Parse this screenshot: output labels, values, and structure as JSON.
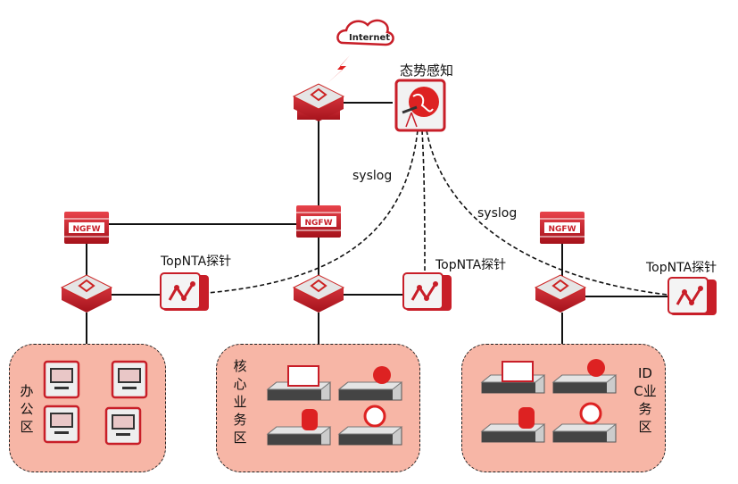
{
  "internet": {
    "label": "Internet",
    "icon": "cloud-icon"
  },
  "awareness": {
    "label": "态势感知",
    "icon": "globe-telescope-icon"
  },
  "firewalls": [
    {
      "label": "NGFW"
    },
    {
      "label": "NGFW"
    },
    {
      "label": "NGFW"
    }
  ],
  "probes": [
    {
      "label": "TopNTA探针"
    },
    {
      "label": "TopNTA探针"
    },
    {
      "label": "TopNTA探针"
    }
  ],
  "syslog_labels": [
    "syslog",
    "syslog"
  ],
  "zones": [
    {
      "label": "办公区",
      "devices": [
        "pc-icon",
        "pc-icon",
        "pc-icon",
        "pc-icon"
      ]
    },
    {
      "label": "核心业务区",
      "devices": [
        "mail-server-icon",
        "web-server-icon",
        "database-server-icon",
        "ie-server-icon"
      ]
    },
    {
      "label": "IDC业务区",
      "devices": [
        "mail-server-icon",
        "web-server-icon",
        "database-server-icon",
        "ie-server-icon"
      ]
    }
  ],
  "colors": {
    "accent": "#d9232e",
    "zone_fill": "#f7b6a6"
  }
}
